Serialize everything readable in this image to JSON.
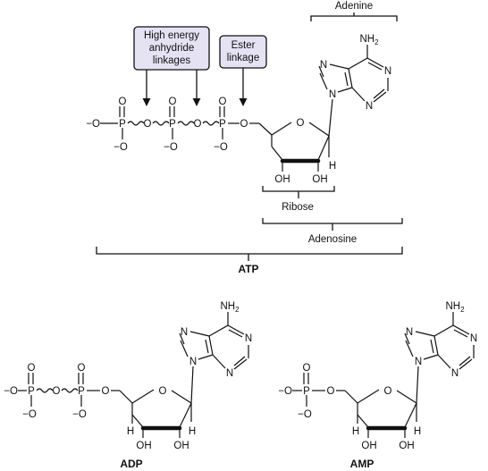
{
  "callouts": {
    "anhydride": [
      "High energy",
      "anhydride",
      "linkages"
    ],
    "ester": [
      "Ester",
      "linkage"
    ]
  },
  "brackets": {
    "adenine": "Adenine",
    "ribose": "Ribose",
    "adenosine": "Adenosine",
    "atp": "ATP"
  },
  "atoms": {
    "O": "O",
    "O_minus": "−O",
    "P": "P",
    "N": "N",
    "NH": "NH",
    "sub2": "2",
    "H": "H",
    "OH": "OH"
  },
  "molecule_labels": {
    "adp": "ADP",
    "amp": "AMP"
  },
  "colors": {
    "callout_fill": "#e4e2f3",
    "ink": "#111111"
  }
}
